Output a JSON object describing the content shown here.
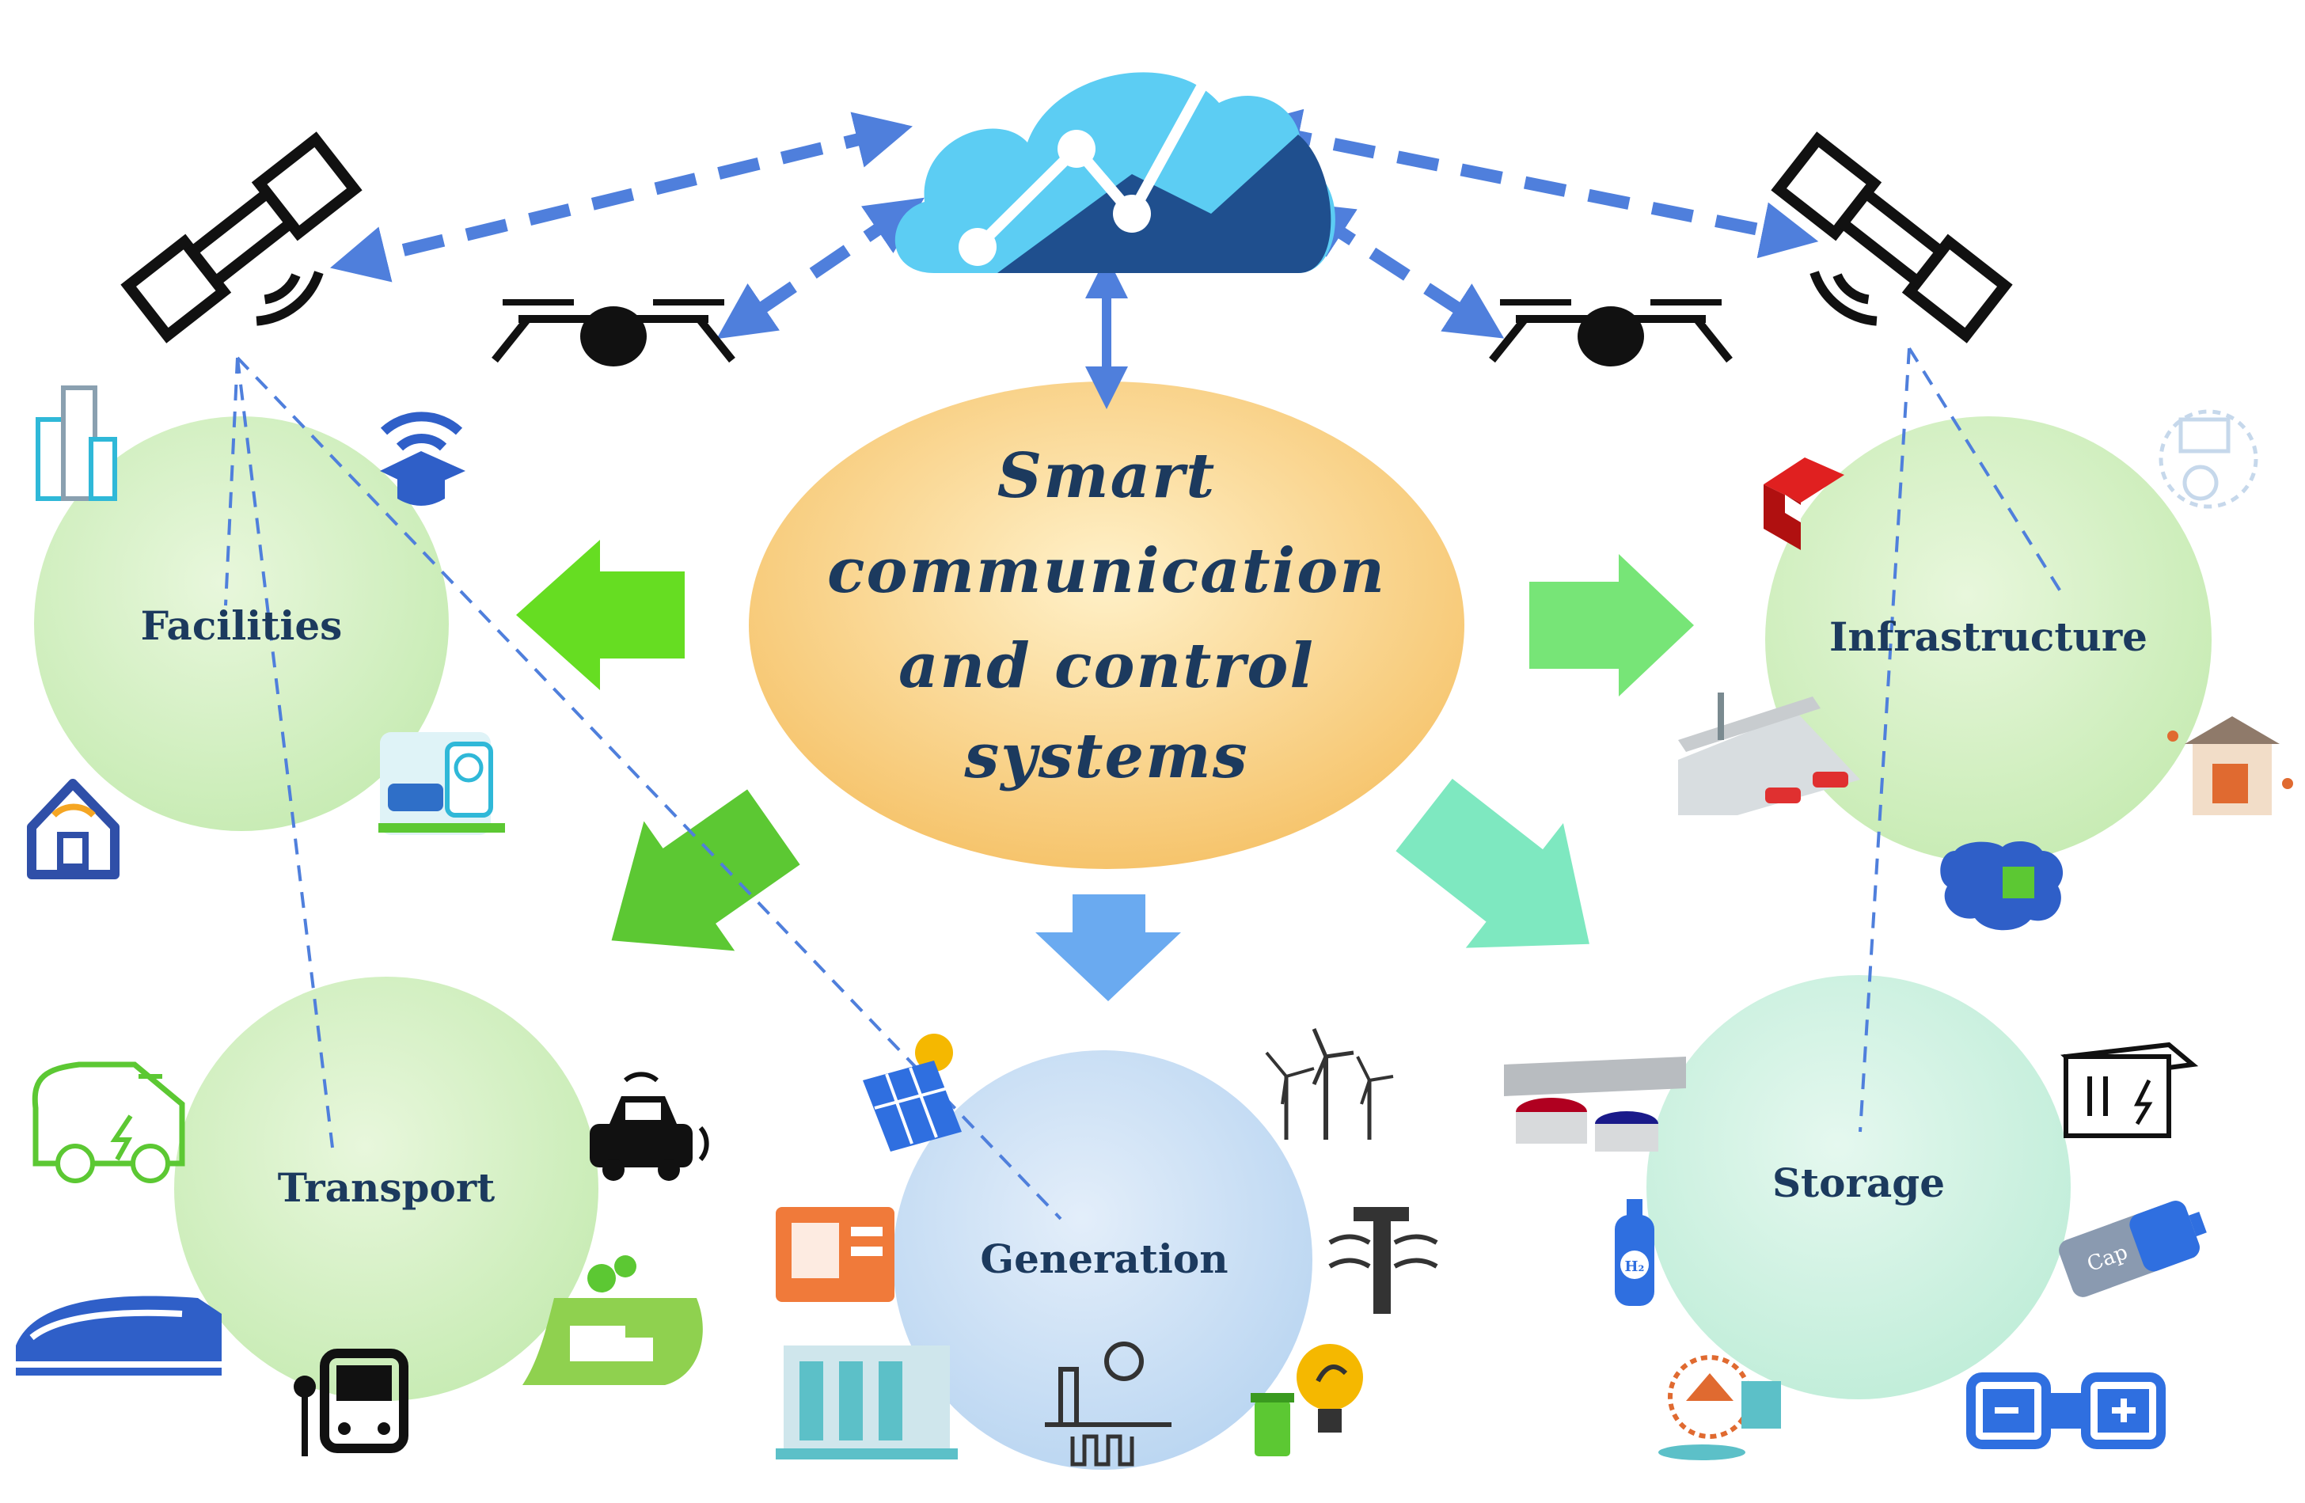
{
  "center": {
    "lines": [
      "Smart",
      "communication",
      "and control",
      "systems"
    ]
  },
  "nodes": {
    "facilities": "Facilities",
    "infrastructure": "Infrastructure",
    "transport": "Transport",
    "generation": "Generation",
    "storage": "Storage"
  },
  "icons": {
    "hydrogen_label": "H₂",
    "capacitor_label": "Cap"
  },
  "colors": {
    "center_top": "#fde7b5",
    "center_bottom": "#f8c978",
    "node_green": "#d6f1c8",
    "node_blue": "#cfe2f6",
    "node_mint": "#d0f2e2",
    "arrow_green": "#66dd22",
    "arrow_light_green": "#77e577",
    "arrow_dark_green": "#5cc833",
    "arrow_blue": "#6aaaf0",
    "arrow_mint": "#7ee8c0",
    "link_blue": "#4f7fdc",
    "cloud_light": "#5ccdf3",
    "cloud_dark": "#1f4f8e",
    "label_navy": "#1c3a5e"
  }
}
